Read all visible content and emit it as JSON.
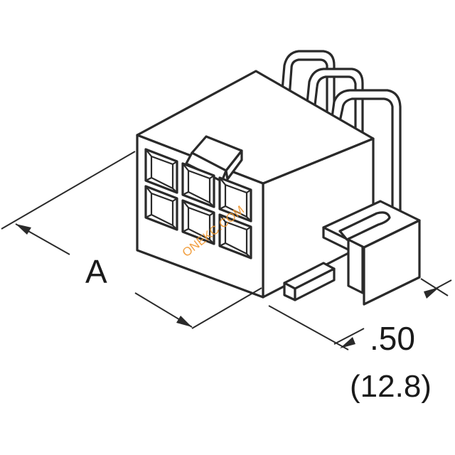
{
  "diagram": {
    "dimension_a_label": "A",
    "dimension_pitch_inch": ".50",
    "dimension_pitch_mm": "(12.8)",
    "watermark": "ONEKC.COM",
    "colors": {
      "line": "#2a2a2a",
      "watermark": "#f0962e",
      "background": "#ffffff"
    }
  }
}
